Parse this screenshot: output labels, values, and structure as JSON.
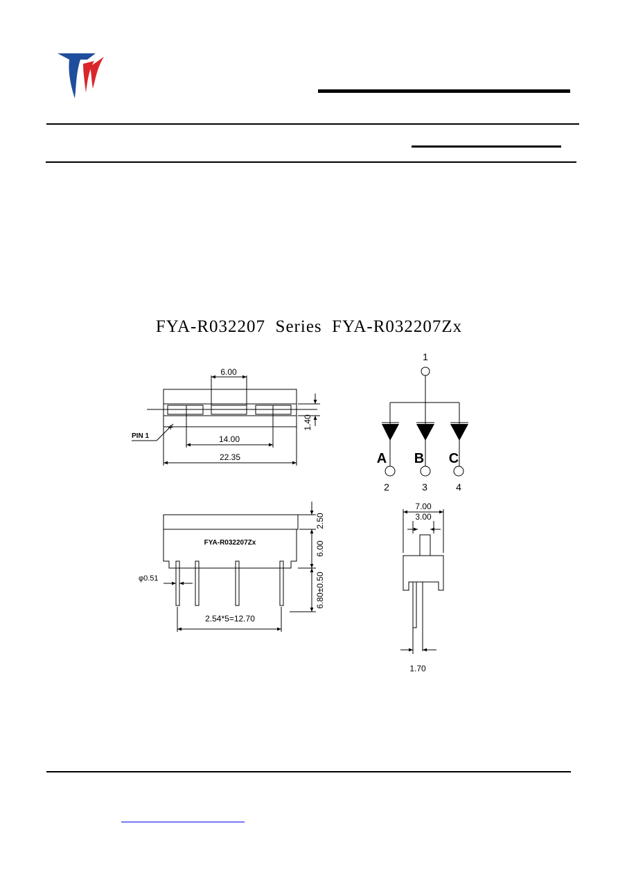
{
  "header": {
    "logo_name": "company-logo",
    "colors": {
      "blue": "#1f4e9c",
      "red": "#d9262b"
    }
  },
  "title": {
    "text": "FYA-R032207  Series  FYA-R032207Zx"
  },
  "top_view": {
    "dim_pitch": "6.00",
    "dim_inner": "14.00",
    "dim_length": "22.35",
    "dim_height": "1.40",
    "pin_label": "PIN 1",
    "pin_mark": "+"
  },
  "schematic": {
    "common_pin": "1",
    "diode_labels": [
      "A",
      "B",
      "C"
    ],
    "pin_numbers": [
      "2",
      "3",
      "4"
    ]
  },
  "side_view": {
    "part_marking": "FYA-R032207Zx",
    "dim_top": "2.50",
    "dim_body": "6.00",
    "dim_lead": "6.80±0.50",
    "dim_lead_dia": "φ0.51",
    "dim_pitch_total": "2.54*5=12.70"
  },
  "end_view": {
    "dim_width": "7.00",
    "dim_inner": "3.00",
    "dim_lead_offset": "1.70"
  },
  "footer": {
    "link_text": ""
  }
}
